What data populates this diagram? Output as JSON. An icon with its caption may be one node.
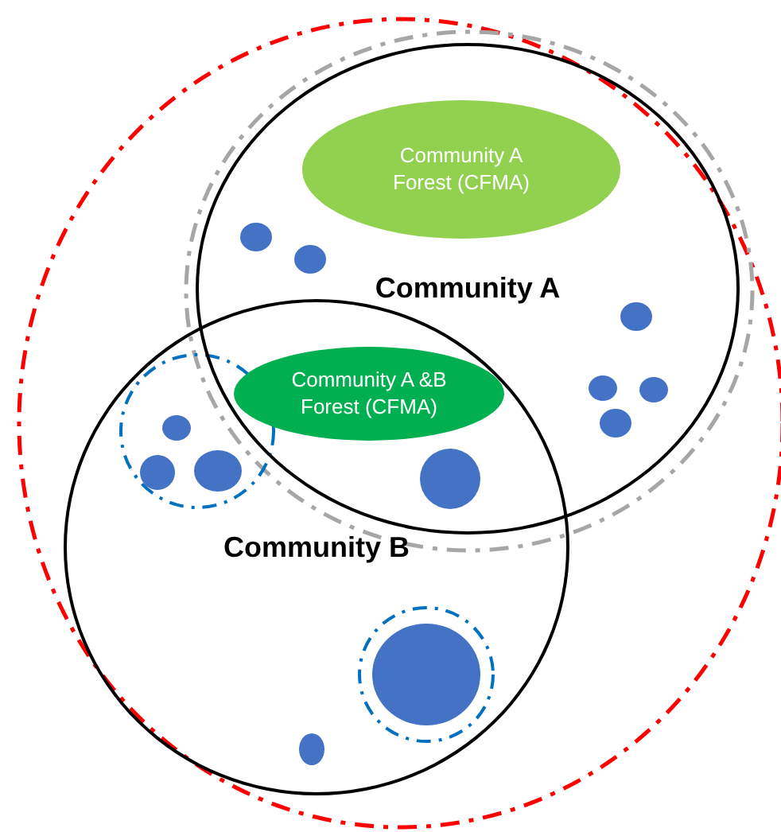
{
  "diagram": {
    "nodes": [
      {
        "text": [
          "Community A"
        ]
      },
      {
        "text": [
          "Community A Forest (CFMA)"
        ],
        "in": 0
      },
      {
        "text": [
          "Community B"
        ]
      },
      {
        "text": [
          "Community A &B Forest (CFMA)"
        ]
      }
    ]
  }
}
